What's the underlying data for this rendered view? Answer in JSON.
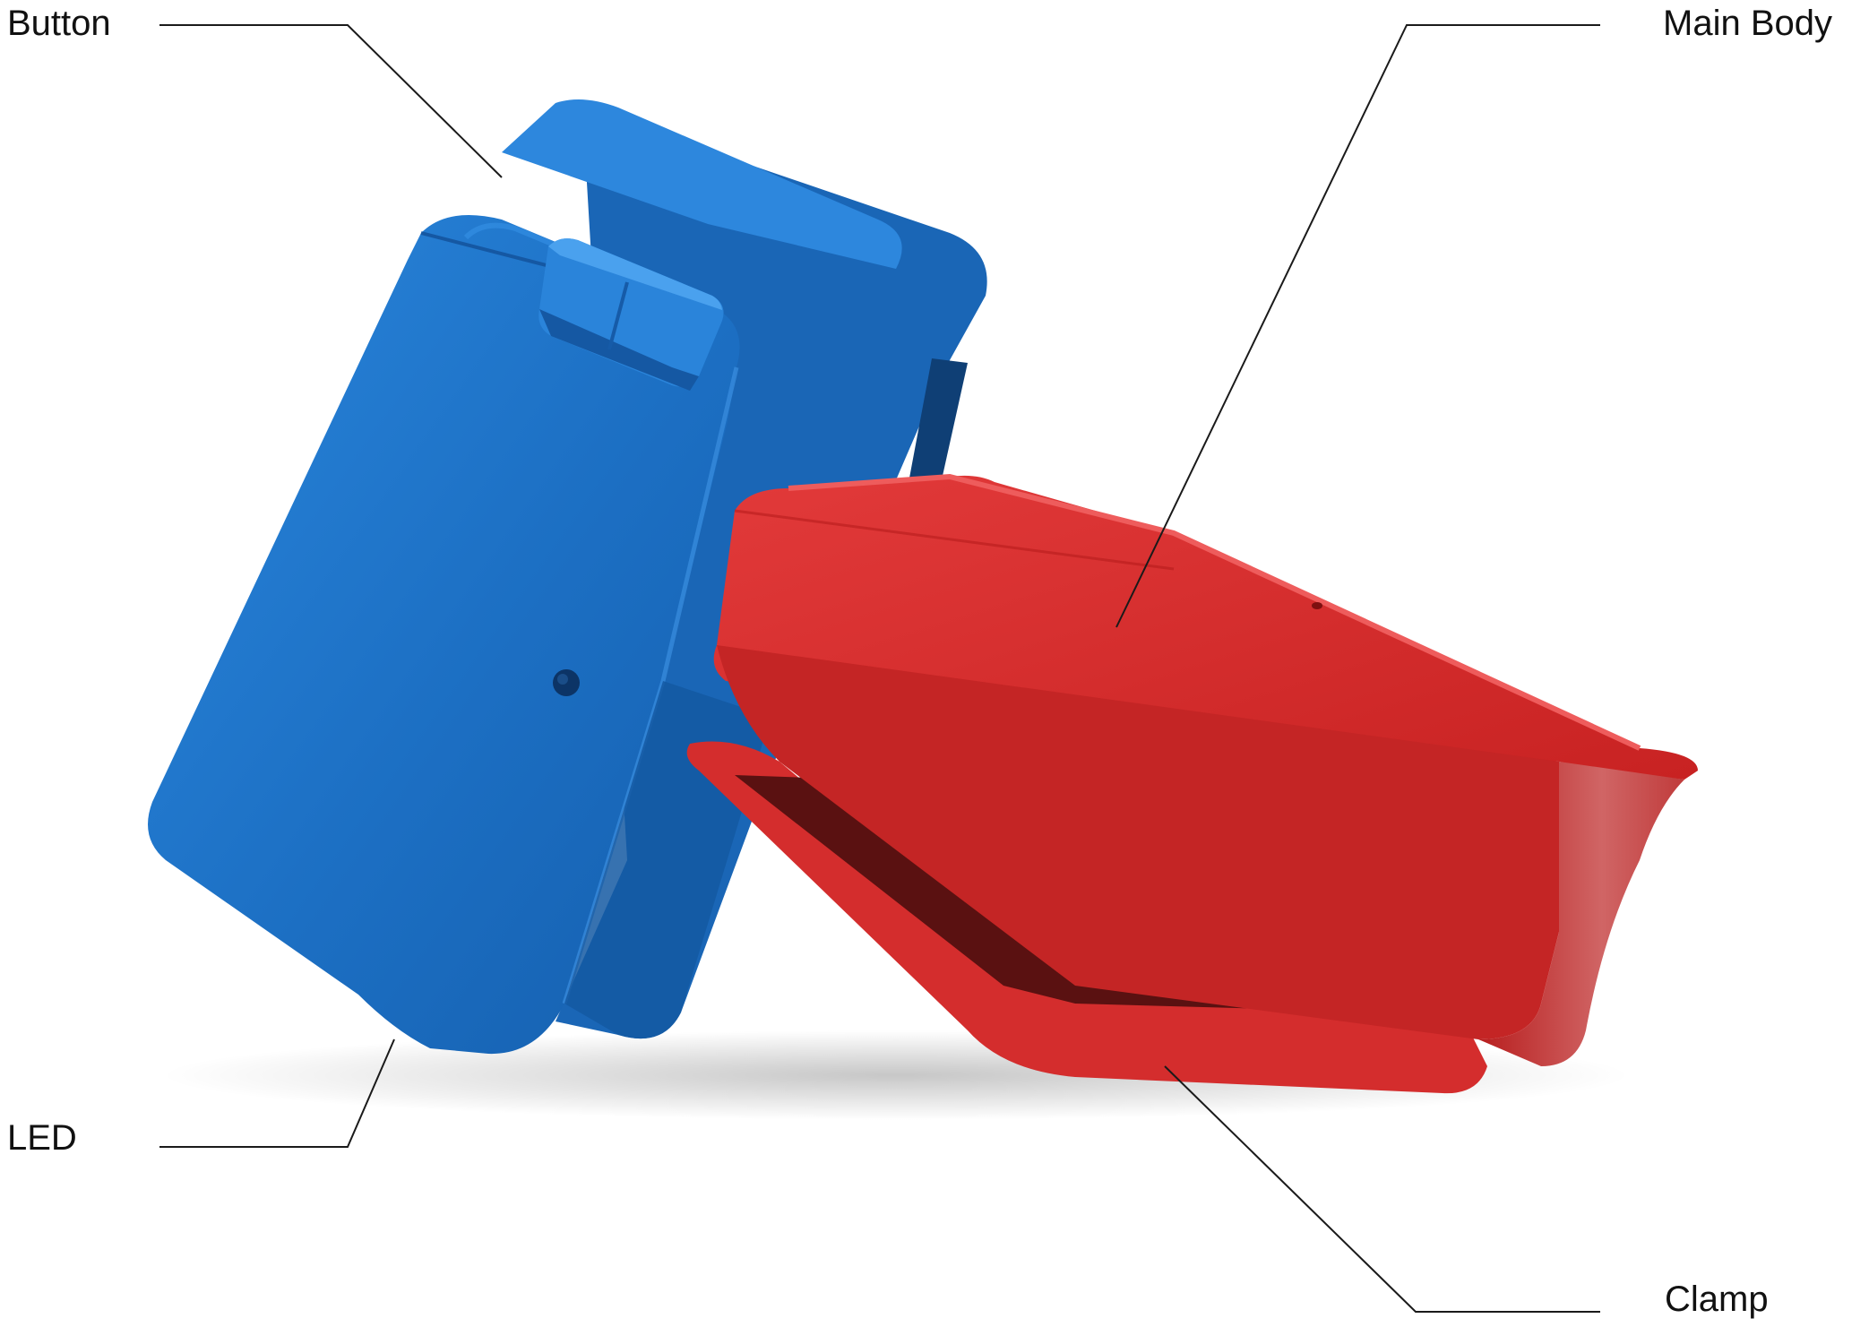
{
  "callouts": {
    "button": "Button",
    "main_body": "Main Body",
    "led": "LED",
    "clamp": "Clamp"
  },
  "colors": {
    "housing_blue": "#1f72c6",
    "housing_blue_dark": "#155a9f",
    "body_red": "#d42b2b",
    "body_red_dark": "#9c1717",
    "leader_line": "#1a1a1a",
    "text": "#111111"
  }
}
